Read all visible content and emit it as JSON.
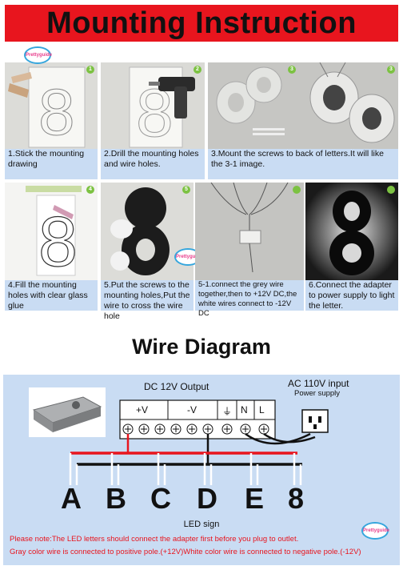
{
  "header": {
    "title": "Mounting Instruction"
  },
  "steps": [
    {
      "num": "1",
      "caption": "1.Stick the mounting drawing"
    },
    {
      "num": "2",
      "caption": "2.Drill the mounting holes and wire holes."
    },
    {
      "num": "3",
      "caption": "3.Mount the screws to back of letters.It will like the 3-1 image."
    },
    {
      "num": "4",
      "caption": "4.Fill the mounting holes with clear glass glue"
    },
    {
      "num": "5",
      "caption": "5.Put the screws to the mounting holes,Put the wire to cross the wire hole"
    },
    {
      "num": "",
      "caption": "5-1.connect the grey wire together,then to +12V DC,the white wires connect to -12V DC"
    },
    {
      "num": "",
      "caption": "6.Connect the adapter to power supply to light the letter."
    }
  ],
  "logo_text": "Prettyguide",
  "wire": {
    "title": "Wire Diagram",
    "dc_output": "DC 12V Output",
    "ac_input": "AC 110V input",
    "power_supply": "Power supply",
    "terminals": {
      "plus": "+V",
      "minus": "-V",
      "ground": "⏚",
      "n": "N",
      "l": "L"
    },
    "letters": [
      "A",
      "B",
      "C",
      "D",
      "E",
      "8"
    ],
    "sign_label": "LED sign",
    "note1": "Please note:The LED letters should connect the adapter first before you plug to outlet.",
    "note2": "Gray color wire is connected to positive pole.(+12V)White color wire is connected to negative pole.(-12V)",
    "colors": {
      "note": "#e8151e",
      "panel": "#c9dcf3",
      "positive_wire": "#e8151e",
      "negative_wire": "#111111"
    }
  }
}
